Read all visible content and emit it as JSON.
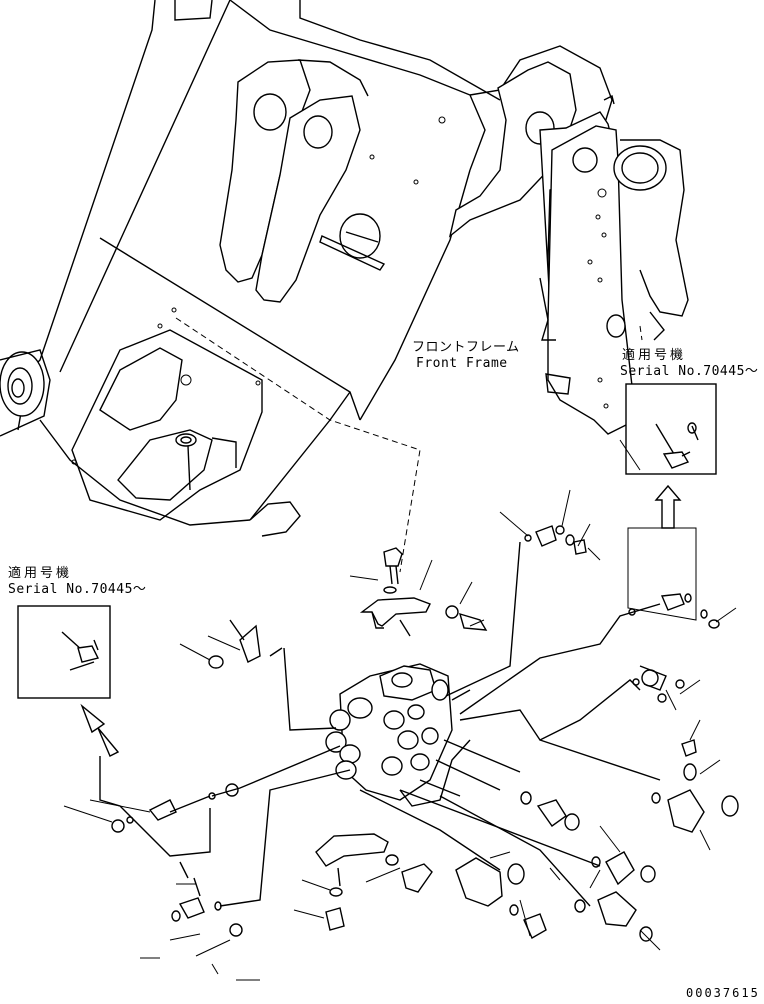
{
  "labels": {
    "front_frame_jp": "フロントフレーム",
    "front_frame_en": "Front Frame",
    "serial_right_jp": "適用号機",
    "serial_right_en": "Serial No.70445～",
    "serial_left_jp": "適用号機",
    "serial_left_en": "Serial No.70445～"
  },
  "drawing_number": "00037615"
}
